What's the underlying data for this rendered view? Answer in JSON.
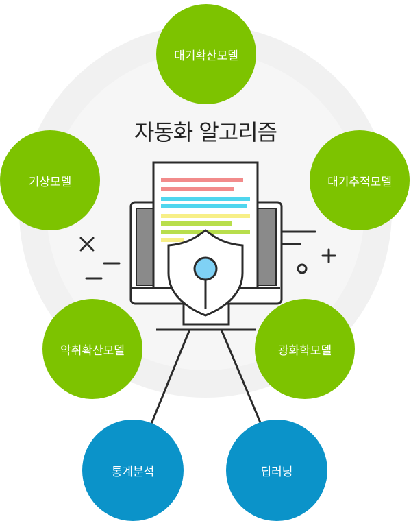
{
  "diagram": {
    "title": "자동화 알고리즘",
    "models": [
      "대기확산모델",
      "대기추적모델",
      "광화학모델",
      "악취확산모델",
      "기상모델"
    ],
    "outputs": [
      "통계분석",
      "딥러닝"
    ]
  },
  "colors": {
    "model_circle": "#7dc300",
    "output_circle": "#0b93c9",
    "ring": "#ececec",
    "monitor_dark": "#2b2b2b",
    "screen_gray": "#8a8a8a",
    "shield_fill": "#ffffff",
    "lens_fill": "#7fd1f5",
    "doc_line_red": "#f28b8b",
    "doc_line_cyan": "#4fd6ee",
    "doc_line_yellow": "#f7ef87",
    "doc_line_green": "#b8de4c"
  },
  "icons": [
    "monitor-icon",
    "document-icon",
    "shield-icon",
    "magnifier-icon",
    "multiply-icon",
    "minus-icon",
    "plus-icon",
    "circle-icon",
    "arrow-down-icon"
  ]
}
